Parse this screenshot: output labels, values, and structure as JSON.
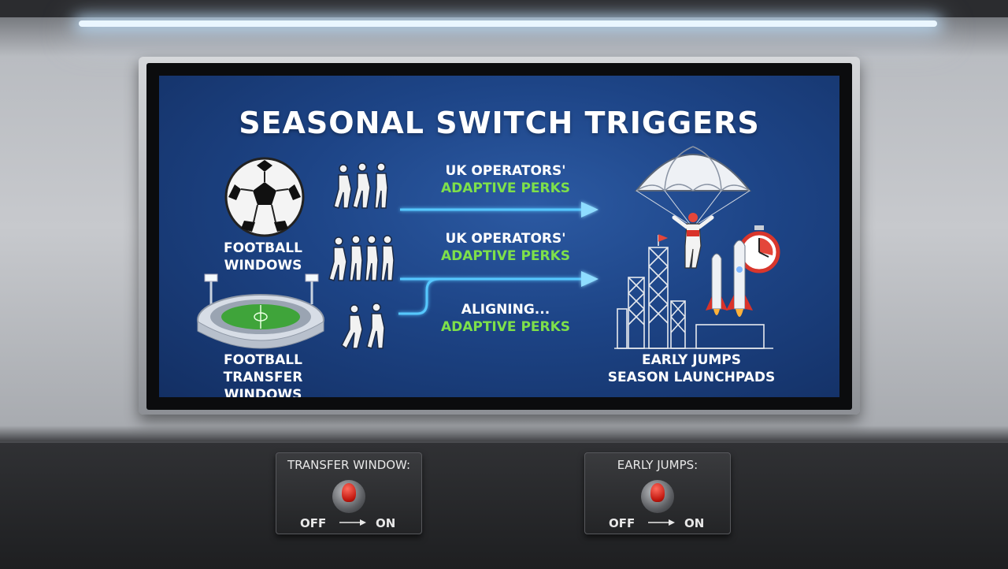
{
  "screen": {
    "title": "SEASONAL SWITCH TRIGGERS",
    "left": {
      "label1_line1": "FOOTBALL",
      "label1_line2": "WINDOWS",
      "label2_line1": "FOOTBALL",
      "label2_line2": "TRANSFER WINDOWS"
    },
    "middle": [
      {
        "line1": "UK OPERATORS'",
        "line2": "ADAPTIVE PERKS"
      },
      {
        "line1": "UK OPERATORS'",
        "line2": "ADAPTIVE PERKS"
      },
      {
        "line1": "ALIGNING...",
        "line2": "ADAPTIVE PERKS"
      }
    ],
    "right": {
      "line1": "EARLY JUMPS",
      "line2": "SEASON LAUNCHPADS"
    }
  },
  "controls": {
    "transfer": {
      "title": "TRANSFER WINDOW:",
      "off": "OFF",
      "on": "ON"
    },
    "early": {
      "title": "EARLY JUMPS:",
      "off": "OFF",
      "on": "ON"
    }
  },
  "colors": {
    "screen_bg": "#1d4486",
    "accent_green": "#7ee04a",
    "arrow_blue": "#57c8ff",
    "toggle_red": "#c1180f"
  },
  "icons": [
    "soccer-ball-icon",
    "players-icon",
    "stadium-icon",
    "parachutist-icon",
    "stopwatch-icon",
    "rocket-icon",
    "city-launchpad-icon",
    "arrow-right-icon"
  ]
}
